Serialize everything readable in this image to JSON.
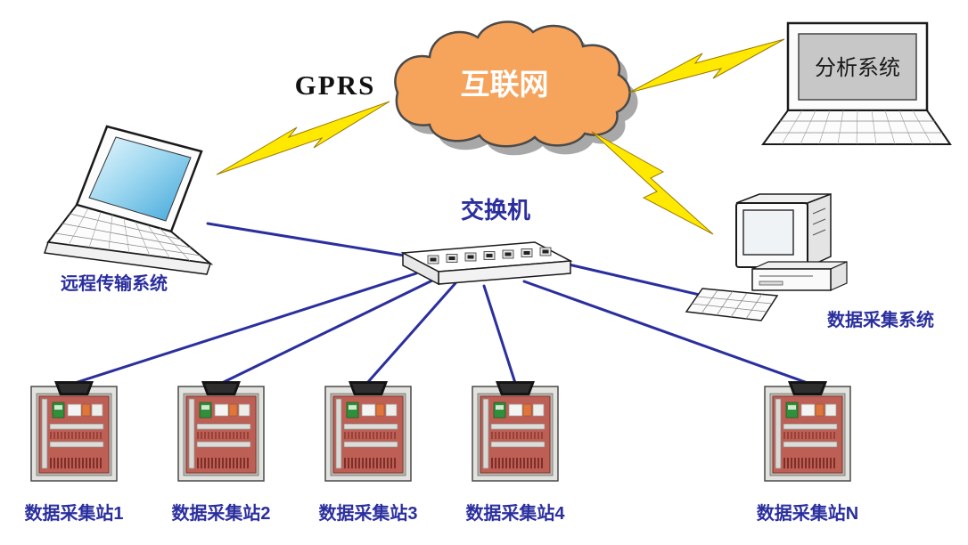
{
  "diagram": {
    "labels": {
      "gprs": "GPRS",
      "internet": "互联网",
      "switch": "交换机",
      "remote_transmission": "远程传输系统",
      "analysis_system": "分析系统",
      "daq_system": "数据采集系统"
    },
    "stations": [
      {
        "label": "数据采集站1"
      },
      {
        "label": "数据采集站2"
      },
      {
        "label": "数据采集站3"
      },
      {
        "label": "数据采集站4"
      },
      {
        "label": "数据采集站N"
      }
    ],
    "colors": {
      "cloud_fill": "#F6A35B",
      "cloud_outline": "#4A4A4A",
      "cloud_shadow": "#A8A8A8",
      "label_blue": "#2B2F9E",
      "line_blue": "#2B2F9E",
      "lightning_yellow": "#FFE900",
      "lightning_outline": "#9c7a00",
      "internet_text": "#FFFFFF",
      "gprs_text": "#111111"
    }
  }
}
